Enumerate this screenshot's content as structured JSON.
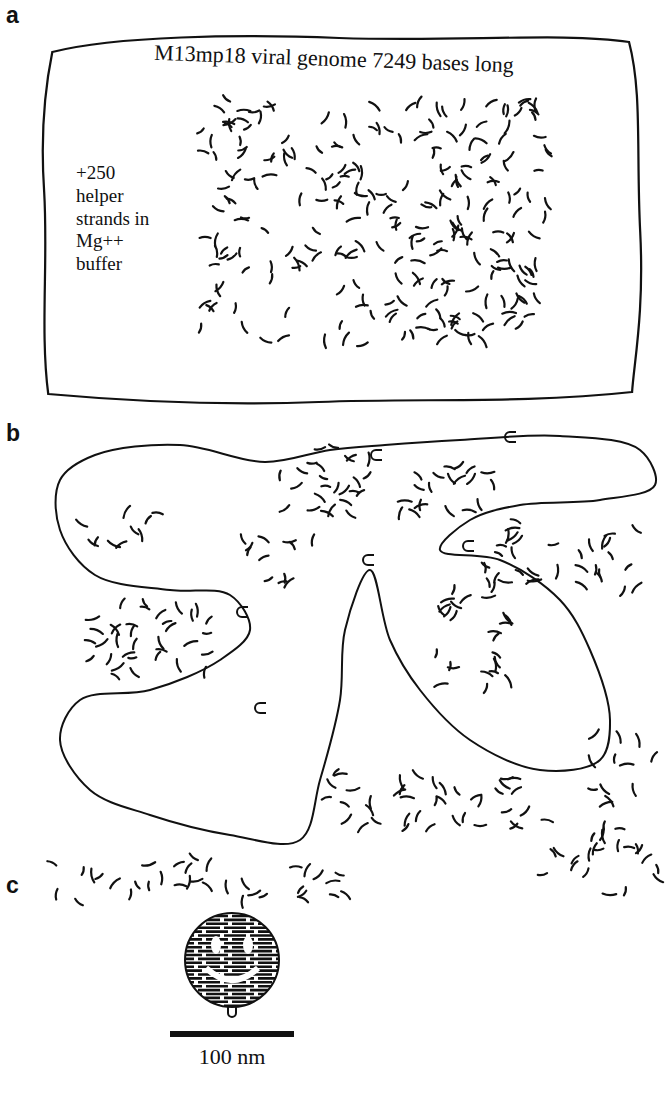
{
  "diagram": {
    "nodes": [
      {
        "text": [
          "M13mp18 viral genome 7249 bases long",
          "+250 helper strands in Mg++ buffer"
        ]
      }
    ],
    "labels": [
      "a",
      "b",
      "c",
      "100 nm"
    ]
  }
}
